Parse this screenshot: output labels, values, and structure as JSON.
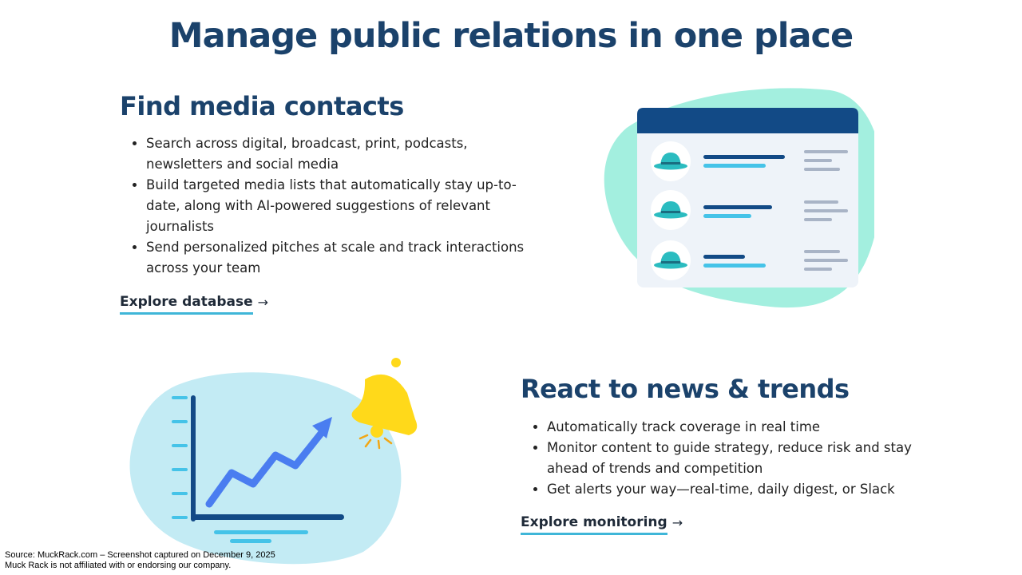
{
  "page": {
    "title": "Manage public relations in one place"
  },
  "section_contacts": {
    "heading": "Find media contacts",
    "bullets": [
      "Search across digital, broadcast, print, podcasts, newsletters and social media",
      "Build targeted media lists that automatically stay up-to-date, along with AI-powered suggestions of relevant journalists",
      "Send personalized pitches at scale and track interactions across your team"
    ],
    "link_label": "Explore database",
    "link_arrow": "→"
  },
  "section_monitoring": {
    "heading": "React to news & trends",
    "bullets": [
      "Automatically track coverage in real time",
      "Monitor content to guide strategy, reduce risk and stay ahead of trends and competition",
      "Get alerts your way—real-time, daily digest, or Slack"
    ],
    "link_label": "Explore monitoring",
    "link_arrow": "→"
  },
  "illustrations": {
    "contacts": {
      "icon": "media-contact-list-illustration",
      "rows": 3
    },
    "monitoring": {
      "icon": "trend-chart-bell-illustration"
    }
  },
  "footer": {
    "source": "Source: MuckRack.com – Screenshot captured on December 9, 2025",
    "disclaimer": "Muck Rack is not affiliated with or endorsing our company."
  },
  "colors": {
    "heading": "#1b426b",
    "accent_underline": "#3fb6d8",
    "mint_blob": "#a3efdf",
    "light_blue_blob": "#c3ebf4",
    "navy": "#124a86",
    "cyan": "#45c3e8",
    "bell_yellow": "#ffd91a",
    "chart_arrow": "#4a7df0"
  }
}
